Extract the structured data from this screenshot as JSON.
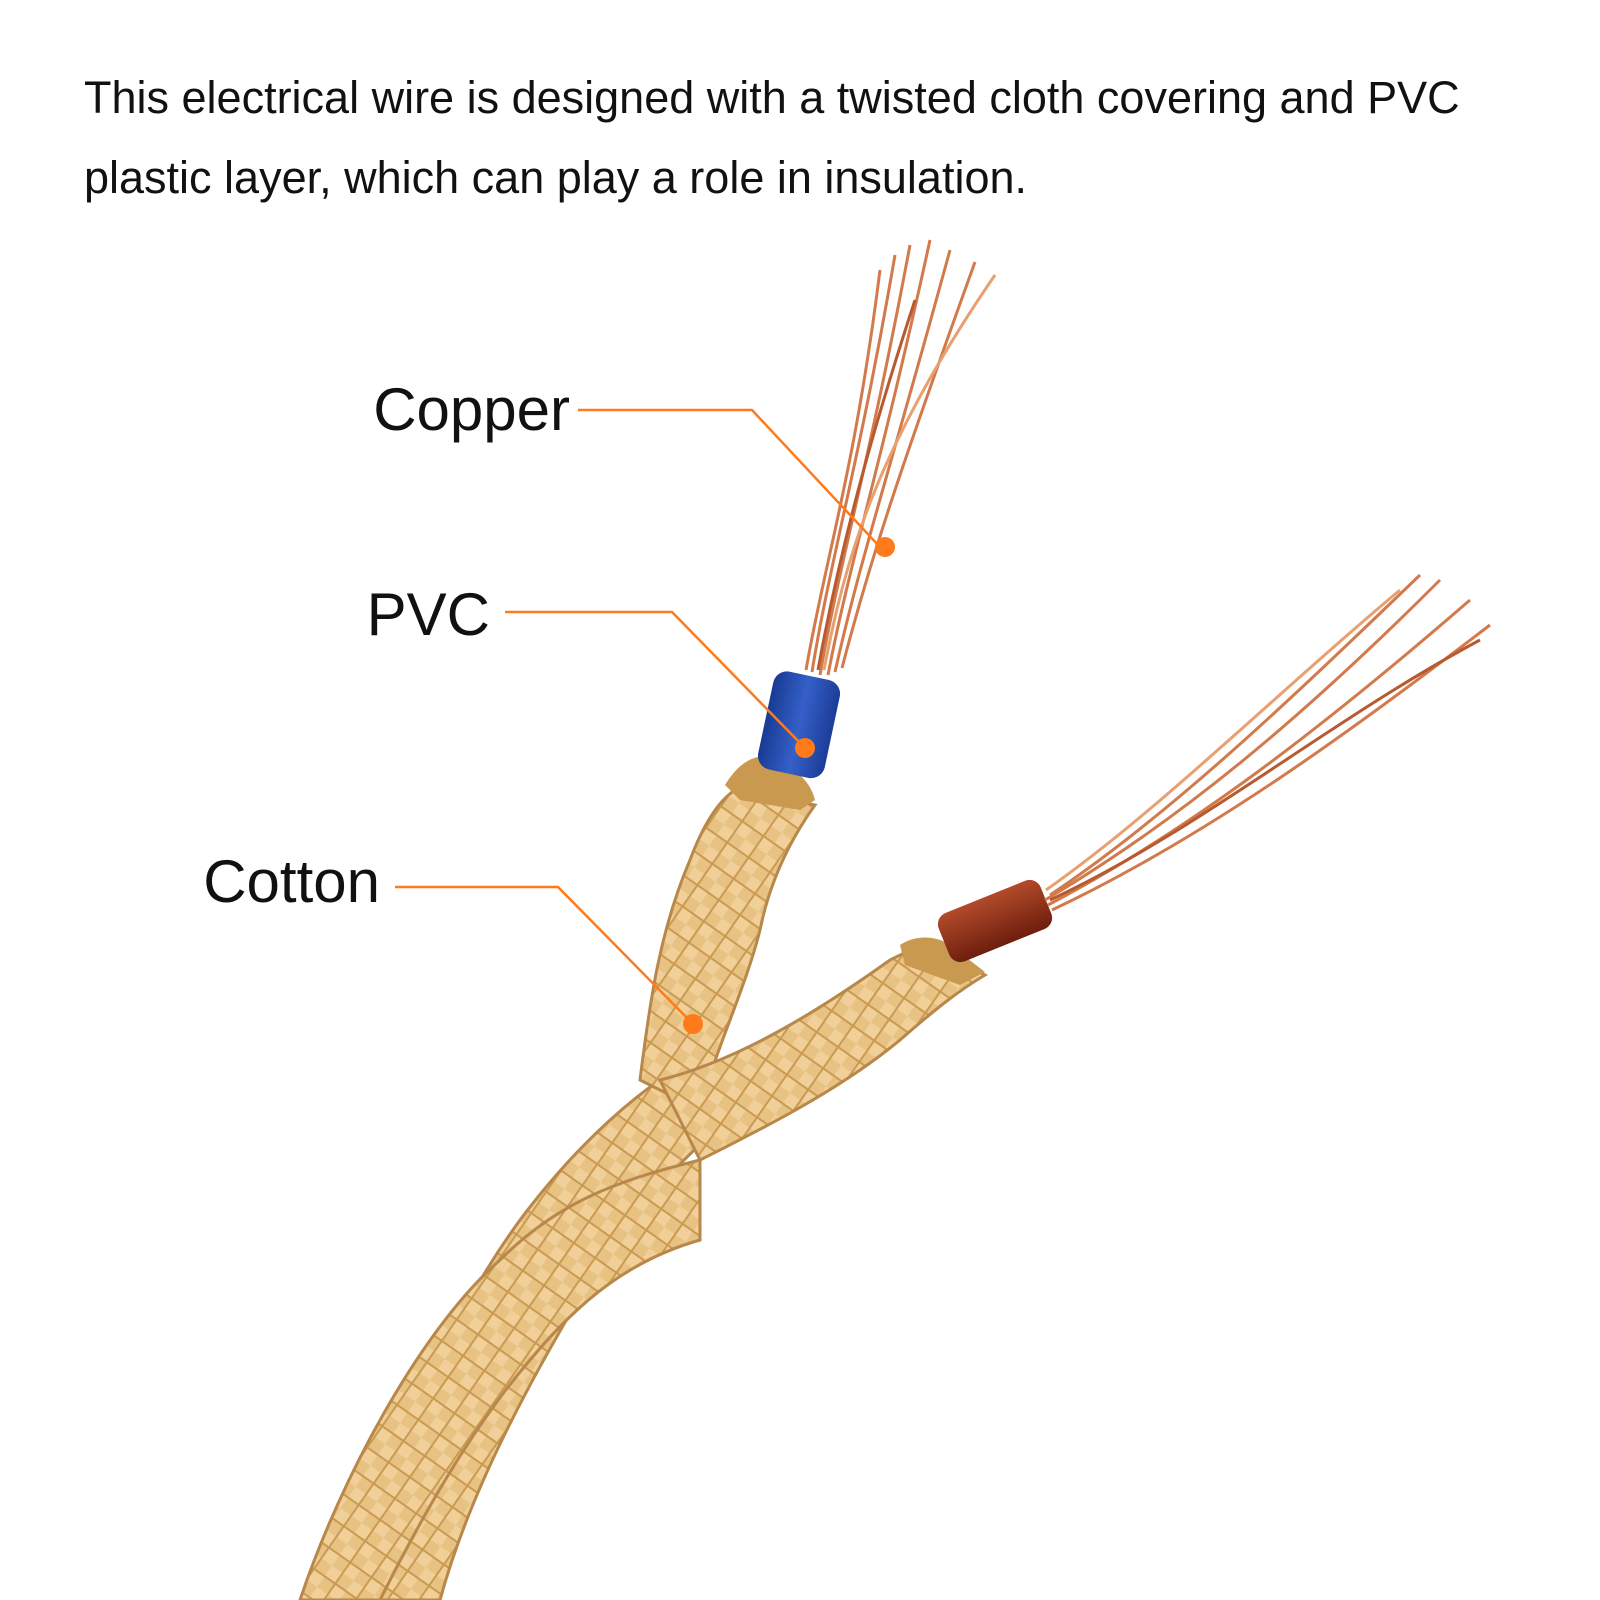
{
  "description_text": "This electrical wire is designed with a twisted cloth covering and PVC plastic layer, which can play a role in insulation.",
  "callouts": {
    "copper": "Copper",
    "pvc": "PVC",
    "cotton": "Cotton"
  },
  "colors": {
    "callout_line": "#ff7a1a",
    "cotton_braid": "#e6bd7a",
    "cotton_shadow": "#c9994f",
    "copper": "#d27a4c",
    "pvc_blue": "#2446a8",
    "pvc_red": "#8a2a14"
  }
}
